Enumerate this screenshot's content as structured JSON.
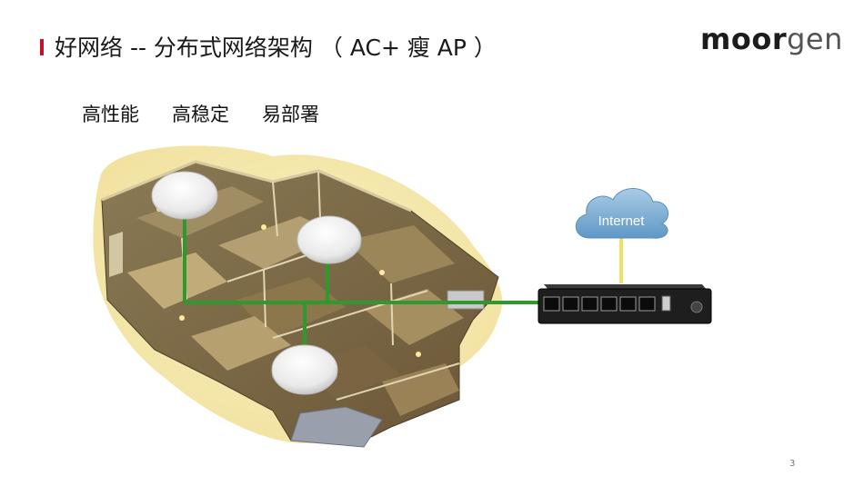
{
  "slide": {
    "title": "好网络 -- 分布式网络架构 （ AC+ 瘦 AP ）",
    "logo": {
      "bold": "moor",
      "light": "gen"
    },
    "features": [
      "高性能",
      "高稳定",
      "易部署"
    ],
    "page_number": "3"
  },
  "diagram": {
    "cloud_label": "Internet",
    "access_points": [
      "ceiling-ap",
      "ceiling-ap",
      "ceiling-ap"
    ],
    "switch_ports": 6,
    "colors": {
      "accent": "#c8102e",
      "coverage": "#f5e7a6",
      "ethernet_cable": "#2e9a2e",
      "uplink_cable": "#f2de6a",
      "cloud": "#7eb0d6",
      "switch_body": "#1e1e1e"
    }
  }
}
